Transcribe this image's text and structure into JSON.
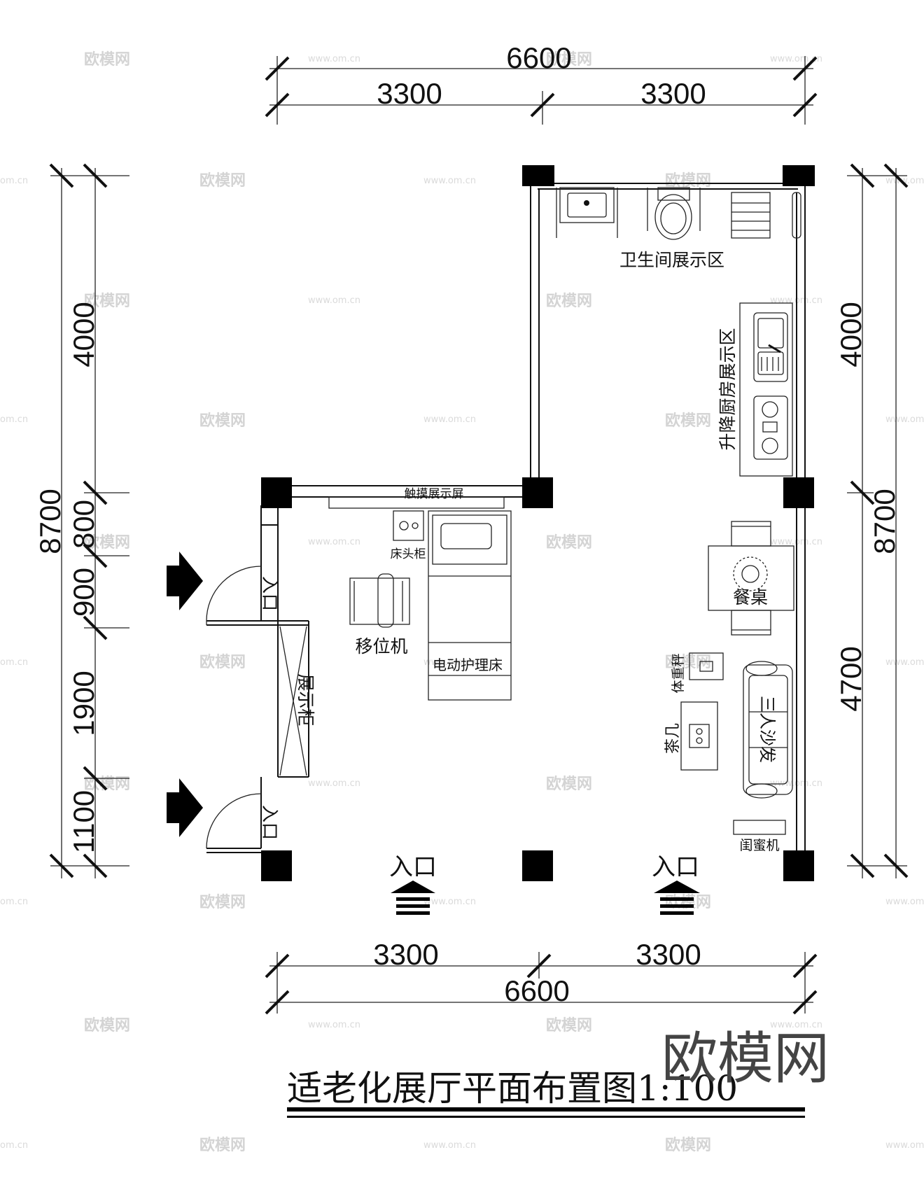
{
  "dimensions": {
    "top_total": "6600",
    "top_left": "3300",
    "top_right": "3300",
    "bottom_left": "3300",
    "bottom_right": "3300",
    "bottom_total": "6600",
    "left_total": "8700",
    "left_seg_1": "4000",
    "left_seg_2": "800",
    "left_seg_3": "900",
    "left_seg_4": "1900",
    "left_seg_5": "1100",
    "right_total": "8700",
    "right_upper": "4000",
    "right_lower": "4700"
  },
  "rooms": {
    "bathroom": "卫生间展示区",
    "kitchen": "升降厨房展示区"
  },
  "furniture": {
    "touch_screen": "触摸展示屏",
    "bedside_cabinet": "床头柜",
    "transfer_machine": "移位机",
    "electric_bed": "电动护理床",
    "display_cabinet": "展示柜",
    "dining_table": "餐桌",
    "weight_scale": "体重秤",
    "tea_table": "茶几",
    "sofa": "三人沙发",
    "companion_robot": "闺蜜机"
  },
  "entrances": {
    "side_top": "入口",
    "side_bottom": "入口",
    "front_left": "入口",
    "front_right": "入口"
  },
  "title": "适老化展厅平面布置图1:100",
  "watermark": {
    "logo": "欧模网",
    "site": "www.om.cn",
    "domain": "om.cn"
  }
}
